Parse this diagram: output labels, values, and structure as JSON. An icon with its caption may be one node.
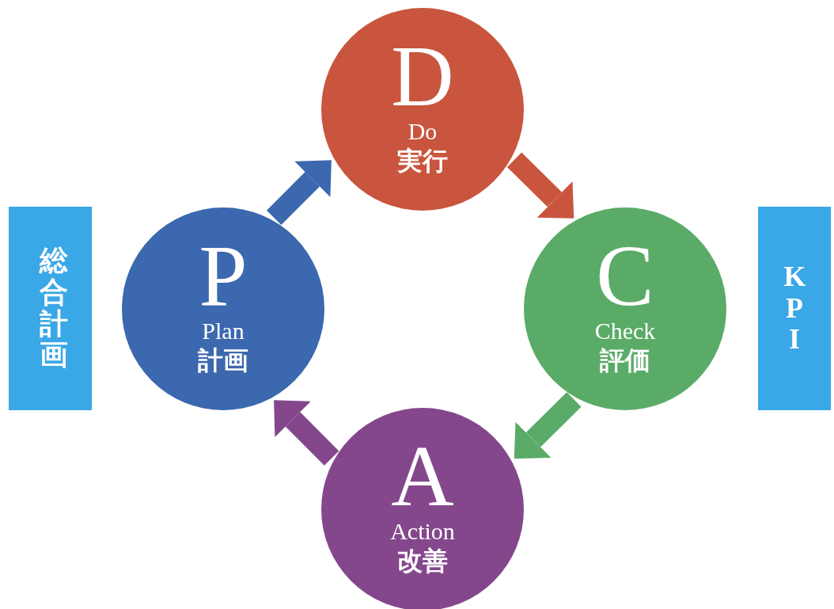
{
  "diagram": {
    "nodes": [
      {
        "text": [
          "総合計画"
        ]
      },
      {
        "text": [
          "P",
          "Plan",
          "計画"
        ]
      },
      {
        "text": [
          "D",
          "Do",
          "実行"
        ]
      },
      {
        "text": [
          "C",
          "Check",
          "評価"
        ]
      },
      {
        "text": [
          "A",
          "Action",
          "改善"
        ]
      },
      {
        "text": [
          "KPI"
        ]
      }
    ],
    "edges": [
      {
        "from": 1,
        "to": 2,
        "arrow": "to",
        "color": "#3b68ae"
      },
      {
        "from": 2,
        "to": 3,
        "arrow": "to",
        "color": "#c9553e"
      },
      {
        "from": 3,
        "to": 4,
        "arrow": "to",
        "color": "#5aab67"
      },
      {
        "from": 4,
        "to": 1,
        "arrow": "to",
        "color": "#84478c"
      }
    ]
  }
}
